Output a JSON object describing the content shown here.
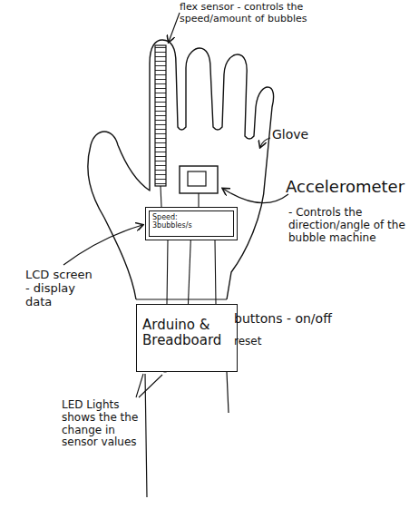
{
  "diagram": {
    "nodes": [
      {
        "text": [
          "Speed: 3bubbles/s"
        ]
      },
      {
        "text": [
          "Arduino & Breadboard"
        ]
      }
    ],
    "edges": [
      {
        "from": 0,
        "to": 1,
        "arrow": "none"
      }
    ],
    "labels": [
      "flex sensor - controls the speed/amount of bubbles",
      "Glove",
      "Accelerometer",
      "- Controls the direction/angle of the bubble machine",
      "LCD screen - display data",
      "buttons - on/off",
      "reset",
      "LED Lights shows the the change in sensor values"
    ]
  }
}
